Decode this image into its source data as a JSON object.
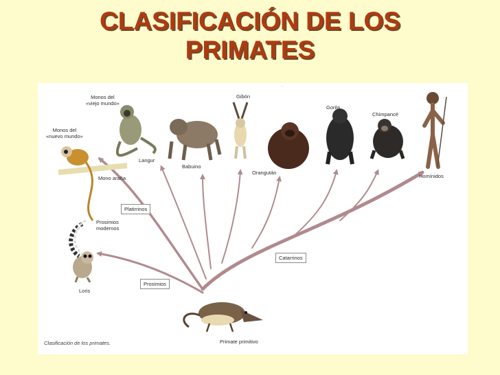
{
  "title": {
    "line1": "CLASIFICACIÓN DE LOS",
    "line2": "PRIMATES"
  },
  "diagram": {
    "caption": "Clasificación de los primates.",
    "groups": {
      "platirrinos": "Platirrinos",
      "prosimios": "Prosimios",
      "catarrinos": "Catarrinos"
    },
    "labels": {
      "monos_viejo_mundo_1": "Monos del",
      "monos_viejo_mundo_2": "«viejo mundo»",
      "monos_nuevo_mundo_1": "Monos del",
      "monos_nuevo_mundo_2": "«nuevo mundo»",
      "langur": "Langur",
      "babuino": "Babuino",
      "gibon": "Gibón",
      "orangutan": "Orangután",
      "gorila": "Gorila",
      "chimpance": "Chimpancé",
      "hominidos": "Homínidos",
      "mono_arana": "Mono araña",
      "prosimios_modernos_1": "Prosimios",
      "prosimios_modernos_2": "modernos",
      "loris": "Loris",
      "primate_primitivo": "Primate primitivo"
    }
  },
  "colors": {
    "background": "#fefccc",
    "title": "#b03a10",
    "arrow": "#b08a8e"
  }
}
